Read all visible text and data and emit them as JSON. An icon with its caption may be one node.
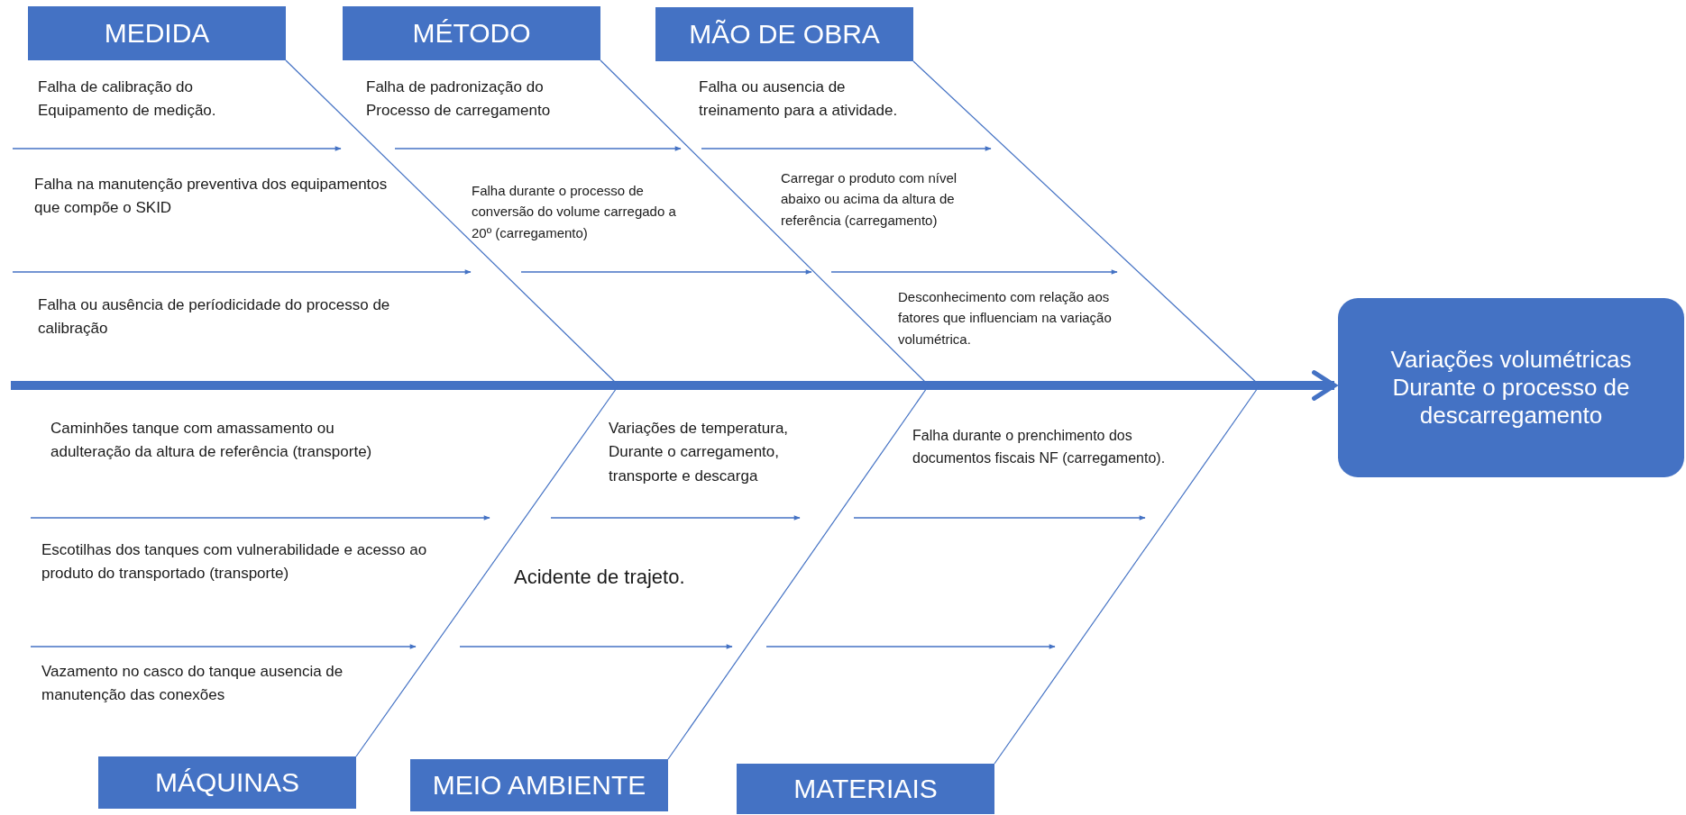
{
  "diagram": {
    "nodes": [
      {
        "text": [
          "MEDIDA"
        ]
      },
      {
        "text": [
          "MÉTODO"
        ]
      },
      {
        "text": [
          "MÃO DE OBRA"
        ]
      },
      {
        "text": [
          "Variações volumétricas Durante o processo de descarregamento"
        ]
      },
      {
        "text": [
          "MÁQUINAS"
        ]
      },
      {
        "text": [
          "MEIO AMBIENTE"
        ]
      },
      {
        "text": [
          "MATERIAIS"
        ]
      }
    ],
    "edges": [
      {
        "from": null,
        "to": 3,
        "arrow": "to",
        "style": "thick"
      },
      {
        "from": 0,
        "to": null,
        "arrow": "none"
      },
      {
        "from": 1,
        "to": null,
        "arrow": "none"
      },
      {
        "from": 2,
        "to": null,
        "arrow": "none"
      },
      {
        "from": 4,
        "to": null,
        "arrow": "none"
      },
      {
        "from": 5,
        "to": null,
        "arrow": "none"
      },
      {
        "from": 6,
        "to": null,
        "arrow": "none"
      }
    ],
    "labels": [
      "Falha de calibração do Equipamento de medição.",
      "Falha de padronização do Processo de carregamento",
      "Falha ou ausencia de treinamento para a atividade.",
      "Falha na manutenção preventiva dos equipamentos que compõe o SKID",
      "Falha durante o processo de conversão do volume carregado a 20º (carregamento)",
      "Carregar o produto com nível abaixo ou acima da altura de referência (carregamento)",
      "Falha ou ausência de períodicidade do processo de calibração",
      "Desconhecimento com relação aos fatores que influenciam na variação volumétrica.",
      "Caminhões tanque com amassamento ou adulteração da altura de referência (transporte)",
      "Variações de temperatura, Durante o carregamento, transporte e descarga",
      "Falha durante o prenchimento dos documentos fiscais NF (carregamento).",
      "Escotilhas dos tanques com vulnerabilidade e acesso ao produto do transportado (transporte)",
      "Acidente de trajeto.",
      "Vazamento no casco do tanque ausencia de manutenção das conexões"
    ]
  }
}
